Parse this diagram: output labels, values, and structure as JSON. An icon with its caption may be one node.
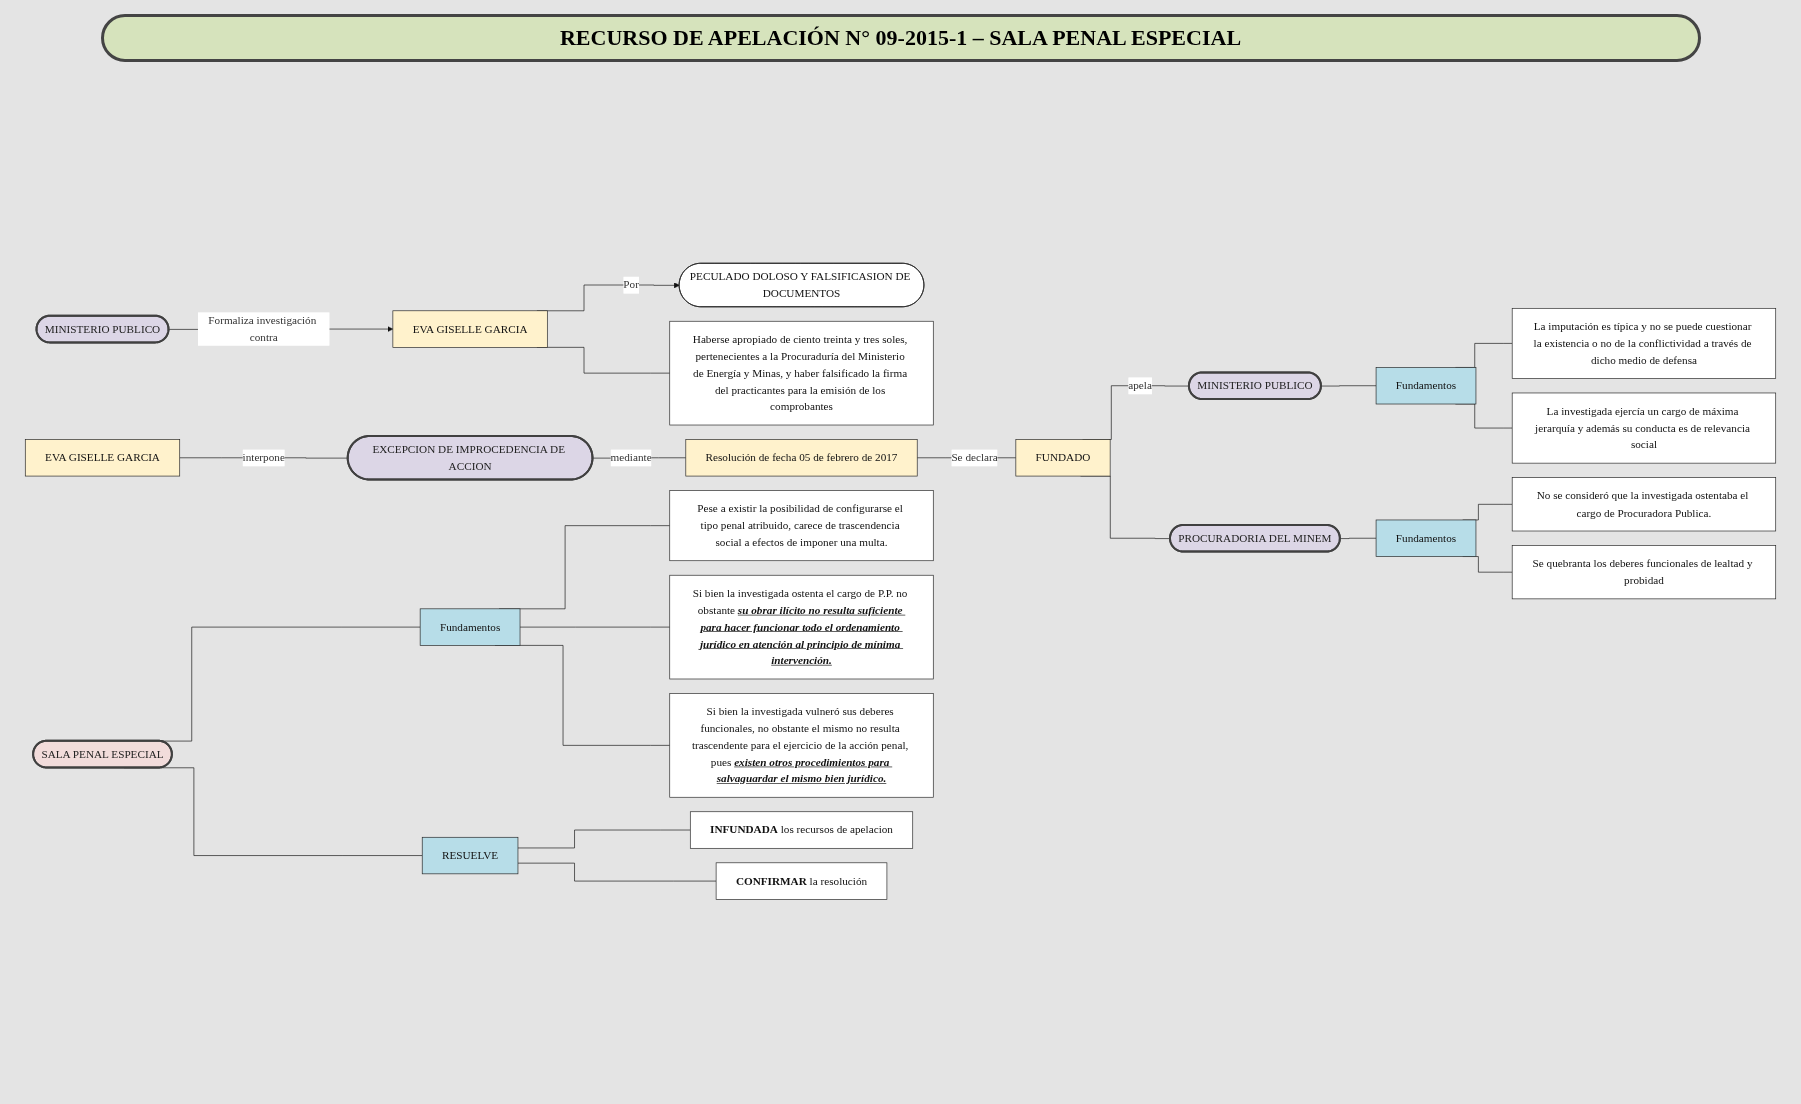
{
  "diagram": {
    "title": "RECURSO DE APELACIÓN N° 09-2015-1 – SALA PENAL ESPECIAL",
    "nodes": [
      {
        "text": [
          "MINISTERIO PUBLICO"
        ]
      },
      {
        "text": [
          "EVA GISELLE GARCIA"
        ]
      },
      {
        "text": [
          "PECULADO DOLOSO Y FALSIFICASION DE DOCUMENTOS"
        ]
      },
      {
        "text": [
          "Haberse apropiado de ciento treinta y tres soles, pertenecientes a la Procuraduría del Ministerio de Energía y Minas, y haber falsificado la firma del practicantes para la emisión de los comprobantes"
        ]
      },
      {
        "text": [
          "EVA GISELLE GARCIA"
        ]
      },
      {
        "text": [
          "EXCEPCION DE IMPROCEDENCIA DE ACCION"
        ]
      },
      {
        "text": [
          "Resolución de fecha 05 de febrero de 2017"
        ]
      },
      {
        "text": [
          "FUNDADO"
        ]
      },
      {
        "text": [
          "Pese a existir la posibilidad de configurarse el tipo penal atribuido, carece de trascendencia social a efectos de imponer una multa."
        ]
      },
      {
        "text": [
          "Si bien la investigada ostenta el cargo de P.P. no obstante *su obrar ilícito no resulta suficiente para hacer funcionar todo el ordenamiento jurídico en atención al principio de mínima intervención.*"
        ]
      },
      {
        "text": [
          "Si bien la investigada vulneró sus deberes funcionales, no obstante el mismo no resulta trascendente para el ejercicio de la acción penal, pues *existen otros procedimientos para salvaguardar el mismo bien jurídico.*"
        ]
      },
      {
        "text": [
          "Fundamentos"
        ]
      },
      {
        "text": [
          "SALA PENAL ESPECIAL"
        ]
      },
      {
        "text": [
          "La imputación es típica y no se puede cuestionar la existencia o no de la conflictividad a través de dicho medio de defensa"
        ]
      },
      {
        "text": [
          "**INFUNDADA** los recursos de apelacion"
        ]
      },
      {
        "text": [
          "Fundamentos"
        ]
      },
      {
        "text": [
          "MINISTERIO PUBLICO"
        ]
      },
      {
        "text": [
          "La investigada ejercía un cargo de máxima jerarquía y además su conducta es de relevancia social"
        ]
      },
      {
        "text": [
          "No se consideró que la investigada ostentaba el cargo de Procuradora Publica."
        ]
      },
      {
        "text": [
          "**CONFIRMAR** la resolución"
        ]
      },
      {
        "text": [
          "RESUELVE"
        ]
      },
      {
        "text": [
          "Fundamentos"
        ]
      },
      {
        "text": [
          "PROCURADORIA DEL MINEM"
        ]
      },
      {
        "text": [
          "Se quebranta los deberes funcionales de lealtad y probidad"
        ]
      }
    ],
    "edges": [
      {
        "from": 0,
        "to": 1,
        "arrow": "to",
        "label": "Formaliza investigación contra"
      },
      {
        "from": 1,
        "to": 2,
        "arrow": "to",
        "label": "Por"
      },
      {
        "from": 1,
        "to": 3,
        "arrow": "none"
      },
      {
        "from": 4,
        "to": 5,
        "arrow": "none",
        "label": "interpone"
      },
      {
        "from": 5,
        "to": 6,
        "arrow": "none",
        "label": "mediante"
      },
      {
        "from": 6,
        "to": 7,
        "arrow": "none",
        "label": "Se declara"
      },
      {
        "from": 7,
        "to": 16,
        "arrow": "none",
        "label": "apela"
      },
      {
        "from": 7,
        "to": 22,
        "arrow": "none"
      },
      {
        "from": 16,
        "to": 15,
        "arrow": "none"
      },
      {
        "from": 15,
        "to": 13,
        "arrow": "none"
      },
      {
        "from": 15,
        "to": 17,
        "arrow": "none"
      },
      {
        "from": 22,
        "to": 21,
        "arrow": "none"
      },
      {
        "from": 21,
        "to": 18,
        "arrow": "none"
      },
      {
        "from": 21,
        "to": 23,
        "arrow": "none"
      },
      {
        "from": 12,
        "to": 11,
        "arrow": "none"
      },
      {
        "from": 11,
        "to": 8,
        "arrow": "none"
      },
      {
        "from": 11,
        "to": 9,
        "arrow": "none"
      },
      {
        "from": 11,
        "to": 10,
        "arrow": "none"
      },
      {
        "from": 12,
        "to": 20,
        "arrow": "none"
      },
      {
        "from": 20,
        "to": 14,
        "arrow": "none"
      },
      {
        "from": 20,
        "to": 19,
        "arrow": "none"
      }
    ]
  }
}
